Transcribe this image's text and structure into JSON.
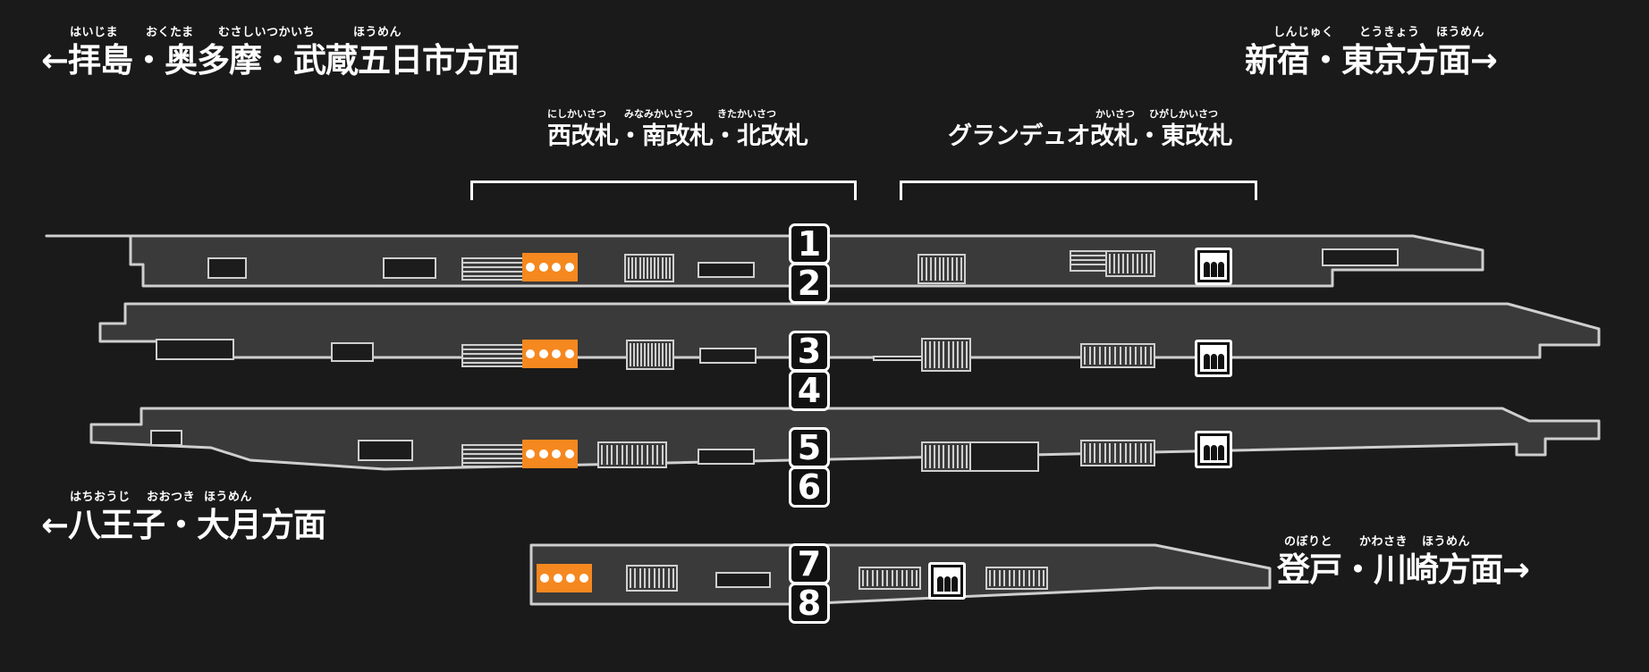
{
  "colors": {
    "background": "#1a1a1a",
    "platform_fill": "#3a3a3a",
    "platform_outline": "#cfcfcf",
    "accent_orange": "#F5881F",
    "text": "#ffffff"
  },
  "directions": {
    "top_left": {
      "arrow": "←",
      "main": "拝島・奥多摩・武蔵五日市方面",
      "ruby": [
        "はいじま",
        "おくたま",
        "むさしいつかいち",
        "ほうめん"
      ]
    },
    "top_right": {
      "arrow": "→",
      "main": "新宿・東京方面",
      "ruby": [
        "しんじゅく",
        "とうきょう",
        "ほうめん"
      ]
    },
    "bottom_left": {
      "arrow": "←",
      "main": "八王子・大月方面",
      "ruby": [
        "はちおうじ",
        "おおつき",
        "ほうめん"
      ]
    },
    "bottom_right": {
      "arrow": "→",
      "main": "登戸・川崎方面",
      "ruby": [
        "のぼりと",
        "かわさき",
        "ほうめん"
      ]
    }
  },
  "gates": {
    "west_group": {
      "main": "西改札・南改札・北改札",
      "ruby": [
        "にしかいさつ",
        "みなみかいさつ",
        "きたかいさつ"
      ]
    },
    "east_group": {
      "main": "グランデュオ改札・東改札",
      "ruby": [
        "かいさつ",
        "ひがしかいさつ"
      ]
    }
  },
  "platform_numbers": [
    {
      "upper": "1",
      "lower": "2"
    },
    {
      "upper": "3",
      "lower": "4"
    },
    {
      "upper": "5",
      "lower": "6"
    },
    {
      "upper": "7",
      "lower": "8"
    }
  ],
  "icon_names": {
    "elevator": "elevator-icon",
    "escalator": "escalator-icon",
    "stairs": "stairs-icon",
    "orange_escalator": "orange-escalator-icon",
    "room": "room-block-icon",
    "arrow_left": "arrow-left-icon",
    "arrow_right": "arrow-right-icon"
  }
}
